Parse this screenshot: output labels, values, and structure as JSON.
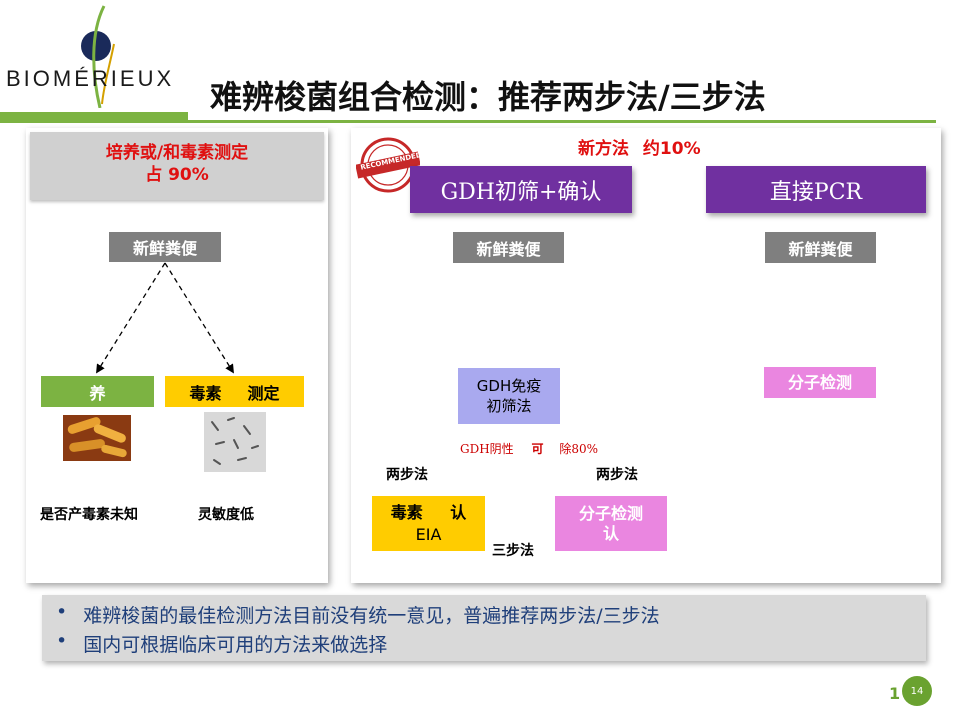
{
  "brand": {
    "logo_text": "BIOMÉRIEUX"
  },
  "title": "难辨梭菌组合检测：推荐两步法/三步法",
  "left_panel": {
    "header_line1": "培养或/和毒素测定",
    "header_line2": "占 90%",
    "sample": "新鲜粪便",
    "culture": "养",
    "toxin_a": "毒素",
    "toxin_b": "测定",
    "note_left": "是否产毒素未知",
    "note_right": "灵敏度低"
  },
  "right_panel": {
    "stamp_text": "RECOMMENDED",
    "new_method_a": "新方法",
    "new_method_b": "约10%",
    "gdh_header": "GDH初筛+确认",
    "pcr_header": "直接PCR",
    "sample_left": "新鲜粪便",
    "sample_right": "新鲜粪便",
    "gdh_box_line1": "GDH免疫",
    "gdh_box_line2": "初筛法",
    "gdh_neg_a": "GDH阴性",
    "gdh_neg_b": "可",
    "gdh_neg_c": "除80%",
    "two_step_left": "两步法",
    "two_step_right": "两步法",
    "three_step": "三步法",
    "eia_line1a": "毒素",
    "eia_line1b": "认",
    "eia_line2": "EIA",
    "mol_confirm_line1": "分子检测",
    "mol_confirm_line2": "认",
    "mol_detect": "分子检测"
  },
  "bullets": [
    "难辨梭菌的最佳检测方法目前没有统一意见，普遍推荐两步法/三步法",
    "国内可根据临床可用的方法来做选择"
  ],
  "page": {
    "number": "14",
    "shadow_number": "1"
  },
  "colors": {
    "accent_green": "#7cb342",
    "purple": "#7030a0",
    "red": "#e01010",
    "navy": "#1f3f7a"
  }
}
